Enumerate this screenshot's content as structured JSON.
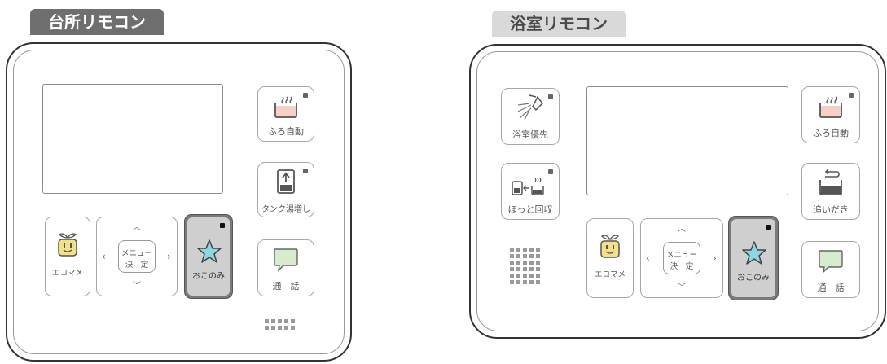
{
  "left_remote": {
    "tab_title": "台所リモコン",
    "buttons": {
      "bath_auto": "ふろ自動",
      "tank_boost": "タンク湯増し",
      "talk": "通　話",
      "ecomame": "エコマメ",
      "menu_line1": "メニュー",
      "menu_line2": "決　定",
      "favorite": "おこのみ"
    }
  },
  "right_remote": {
    "tab_title": "浴室リモコン",
    "buttons": {
      "bathroom_priority": "浴室優先",
      "hotto_return": "ほっと回収",
      "bath_auto": "ふろ自動",
      "reheat": "追いだき",
      "talk": "通　話",
      "ecomame": "エコマメ",
      "menu_line1": "メニュー",
      "menu_line2": "決　定",
      "favorite": "おこのみ"
    }
  },
  "icons": {
    "bath": "bath-icon",
    "tank": "tank-icon",
    "talk": "speech-bubble-icon",
    "ecomame": "sprout-face-icon",
    "favorite": "star-icon",
    "shower": "shower-icon",
    "reheat": "reheat-icon",
    "hotto": "hot-return-icon"
  },
  "colors": {
    "bath_water": "#f6cfc6",
    "talk_bubble": "#d7ebcf",
    "star": "#8fd6e3",
    "sprout_face": "#f3e08a"
  }
}
